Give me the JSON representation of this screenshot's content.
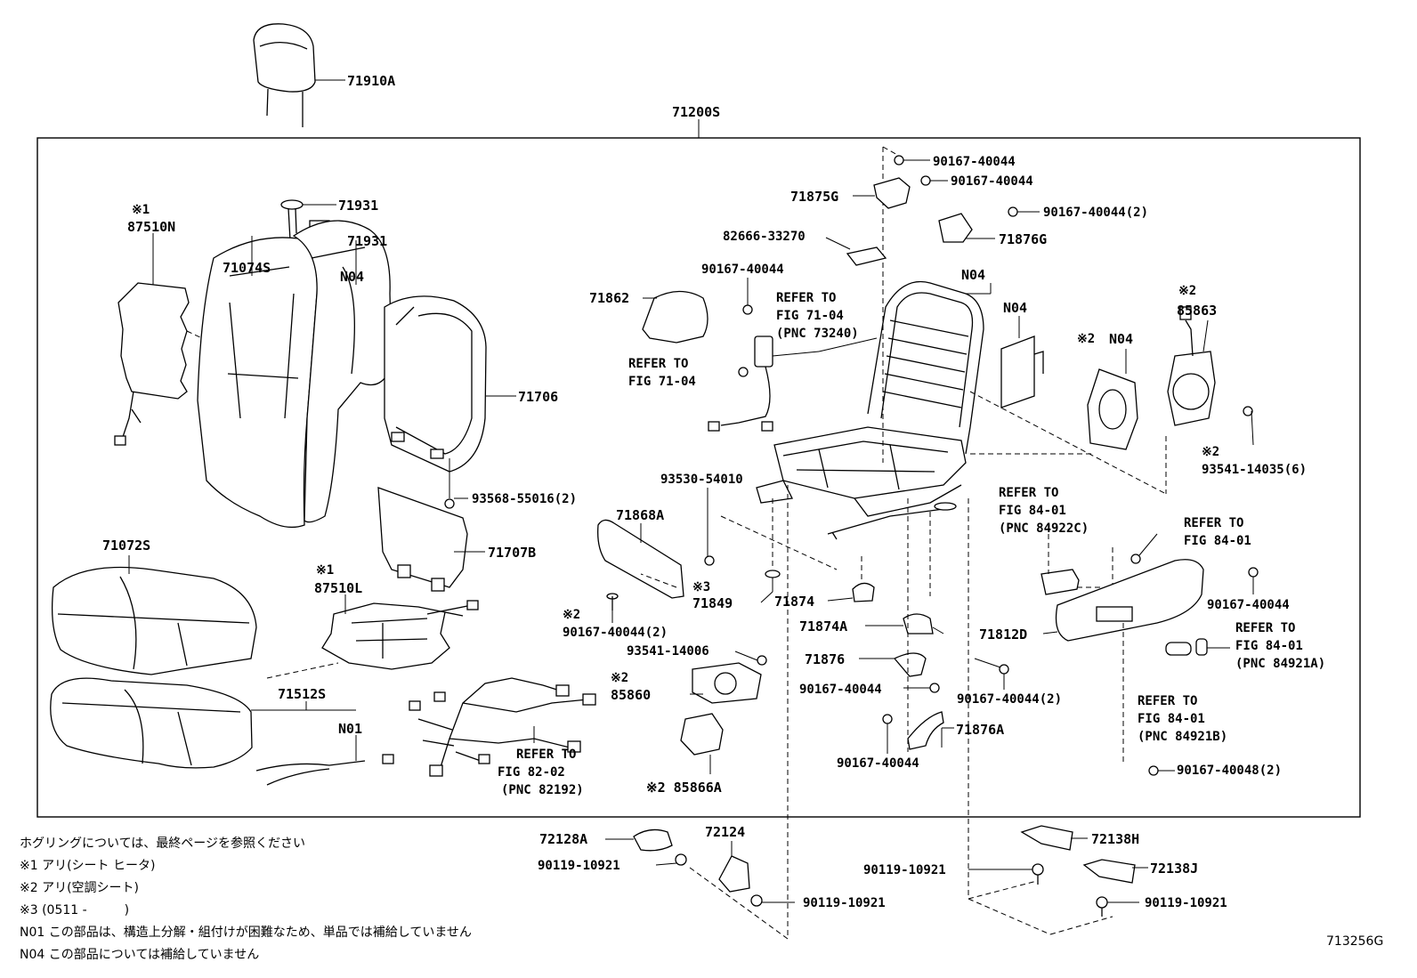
{
  "parts": {
    "p71910A": "71910A",
    "p71200S": "71200S",
    "p71931a": "71931",
    "p71931b": "71931",
    "p87510N_mark": "※1",
    "p87510N": "87510N",
    "p71074S": "71074S",
    "pN04a": "N04",
    "p71706": "71706",
    "p93568": "93568-55016(2)",
    "p71707B": "71707B",
    "p71072S": "71072S",
    "p87510L_mark": "※1",
    "p87510L": "87510L",
    "p71512S": "71512S",
    "pN01": "N01",
    "p82192_r1": "REFER TO",
    "p82192_r2": "FIG 82-02",
    "p82192_r3": "(PNC 82192)",
    "p71875G": "71875G",
    "p90167_1": "90167-40044",
    "p90167_2": "90167-40044",
    "p90167_3": "90167-40044(2)",
    "p71876G": "71876G",
    "p82666": "82666-33270",
    "p90167_4": "90167-40044",
    "p71862": "71862",
    "p73240_r1": "REFER TO",
    "p73240_r2": "FIG 71-04",
    "p73240_r3": "(PNC 73240)",
    "p7104_r1": "REFER TO",
    "p7104_r2": "FIG 71-04",
    "pN04b": "N04",
    "pN04c": "N04",
    "pN04d_mark": "※2",
    "pN04d": "N04",
    "p85863_mark": "※2",
    "p85863": "85863",
    "p93541_35_mark": "※2",
    "p93541_35": "93541-14035(6)",
    "p93530": "93530-54010",
    "p71868A": "71868A",
    "p71849_mark": "※3",
    "p71849": "71849",
    "p90167_5_mark": "※2",
    "p90167_5": "90167-40044(2)",
    "p93541_06": "93541-14006",
    "p85860_mark": "※2",
    "p85860": "85860",
    "p85866A": "※2 85866A",
    "p71874": "71874",
    "p71874A": "71874A",
    "p71876": "71876",
    "p90167_6": "90167-40044",
    "p90167_7": "90167-40044(2)",
    "p90167_8": "90167-40044",
    "p71876A": "71876A",
    "p84922_r1": "REFER TO",
    "p84922_r2": "FIG 84-01",
    "p84922_r3": "(PNC 84922C)",
    "p8401_r1": "REFER TO",
    "p8401_r2": "FIG 84-01",
    "p90167_9": "90167-40044",
    "p71812D": "71812D",
    "p84921A_r1": "REFER TO",
    "p84921A_r2": "FIG 84-01",
    "p84921A_r3": "(PNC 84921A)",
    "p84921B_r1": "REFER TO",
    "p84921B_r2": "FIG 84-01",
    "p84921B_r3": "(PNC 84921B)",
    "p90167_48": "90167-40048(2)",
    "p72128A": "72128A",
    "p90119_1": "90119-10921",
    "p72124": "72124",
    "p90119_2": "90119-10921",
    "p72138H": "72138H",
    "p90119_3": "90119-10921",
    "p72138J": "72138J",
    "p90119_4": "90119-10921"
  },
  "notes": [
    "ホグリングについては、最終ページを参照ください",
    "※1 アリ(シート ヒータ)",
    "※2 アリ(空調シート)",
    "※3 (0511 -　　　)",
    "N01 この部品は、構造上分解・組付けが困難なため、単品では補給していません",
    "N04 この部品については補給していません"
  ],
  "figure_id": "713256G"
}
